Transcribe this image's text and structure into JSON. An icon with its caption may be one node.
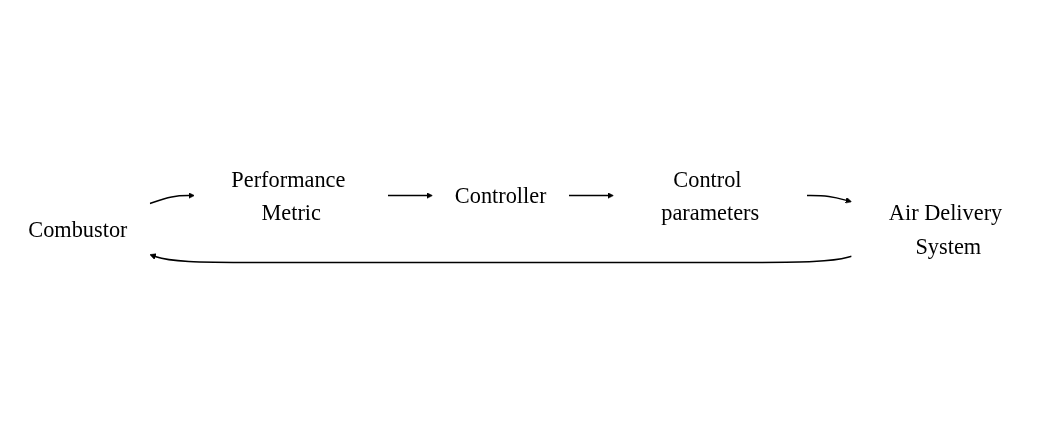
{
  "diagram": {
    "nodes": [
      {
        "text": [
          "Combustor"
        ]
      },
      {
        "text": [
          "Performance Metric"
        ]
      },
      {
        "text": [
          "Controller"
        ]
      },
      {
        "text": [
          "Control parameters"
        ]
      },
      {
        "text": [
          "Air Delivery System"
        ]
      }
    ],
    "edges": [
      {
        "from": 0,
        "to": 1,
        "arrow": "to"
      },
      {
        "from": 1,
        "to": 2,
        "arrow": "to"
      },
      {
        "from": 2,
        "to": 3,
        "arrow": "to"
      },
      {
        "from": 3,
        "to": 4,
        "arrow": "to"
      },
      {
        "from": 4,
        "to": 0,
        "arrow": "to"
      }
    ]
  }
}
